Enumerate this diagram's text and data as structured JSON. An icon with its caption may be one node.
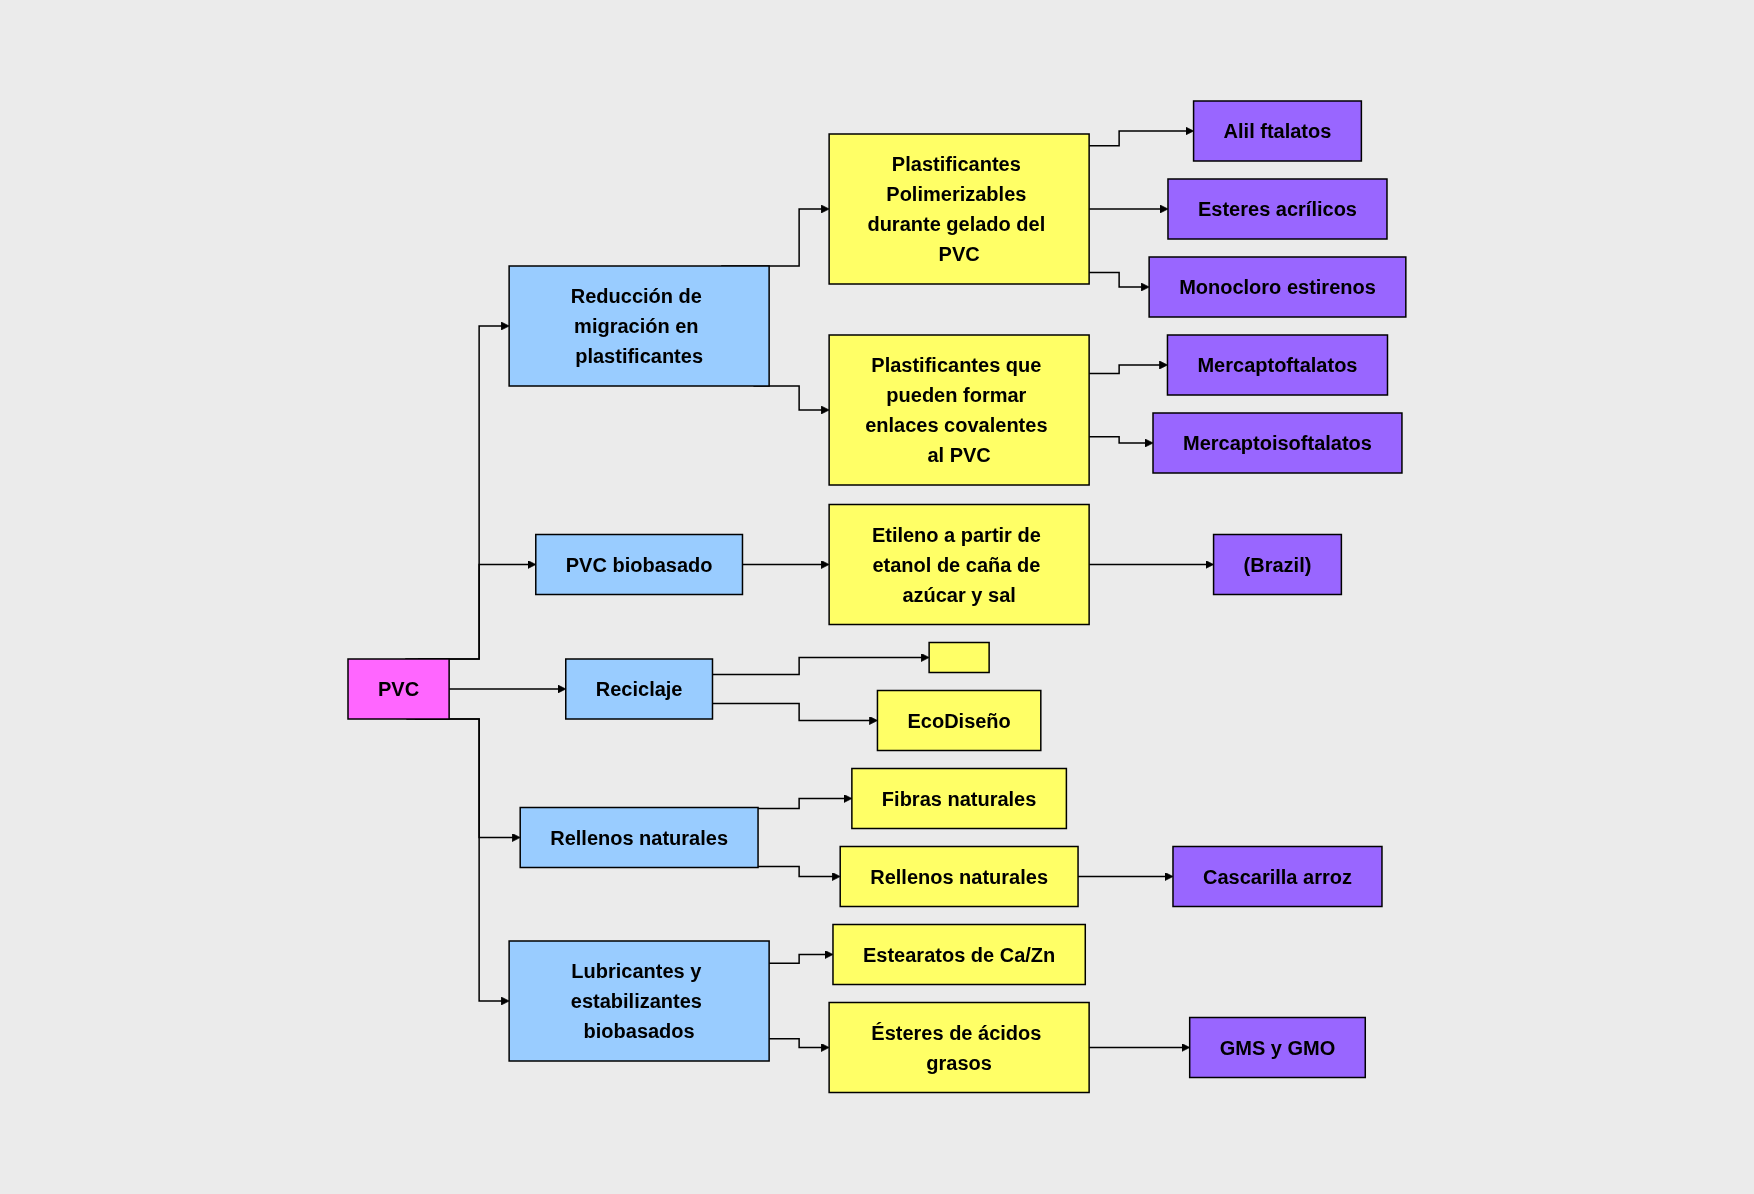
{
  "diagram": {
    "nodes": [
      {
        "text": [
          "PVC"
        ]
      },
      {
        "text": [
          "Reducción de migración en plastificantes"
        ]
      },
      {
        "text": [
          "Plastificantes Polimerizables durante gelado del PVC"
        ]
      },
      {
        "text": [
          "Alil ftalatos"
        ]
      },
      {
        "text": [
          "Esteres acrílicos"
        ]
      },
      {
        "text": [
          "Monocloro estirenos"
        ]
      },
      {
        "text": [
          "Plastificantes que pueden formar enlaces covalentes al PVC"
        ]
      },
      {
        "text": [
          "Mercaptoftalatos"
        ]
      },
      {
        "text": [
          "Mercaptoisoftalatos"
        ]
      },
      {
        "text": [
          "PVC biobasado"
        ]
      },
      {
        "text": [
          "Etileno a partir de etanol de caña de azúcar y sal"
        ]
      },
      {
        "text": [
          "(Brazil)"
        ]
      },
      {
        "text": [
          "Reciclaje"
        ]
      },
      {
        "text": [],
        "shape": "box"
      },
      {
        "text": [
          "EcoDiseño"
        ]
      },
      {
        "text": [
          "Rellenos naturales"
        ]
      },
      {
        "text": [
          "Fibras naturales"
        ]
      },
      {
        "text": [
          "Rellenos naturales"
        ]
      },
      {
        "text": [
          "Cascarilla arroz"
        ]
      },
      {
        "text": [
          "Lubricantes y estabilizantes biobasados"
        ]
      },
      {
        "text": [
          "Estearatos de Ca/Zn"
        ]
      },
      {
        "text": [
          "Ésteres de ácidos grasos"
        ]
      },
      {
        "text": [
          "GMS y GMO"
        ]
      }
    ],
    "edges": [
      {
        "from": 0,
        "to": 1,
        "arrow": "to"
      },
      {
        "from": 1,
        "to": 2,
        "arrow": "to"
      },
      {
        "from": 2,
        "to": 3,
        "arrow": "to"
      },
      {
        "from": 2,
        "to": 4,
        "arrow": "to"
      },
      {
        "from": 2,
        "to": 5,
        "arrow": "to"
      },
      {
        "from": 1,
        "to": 6,
        "arrow": "to"
      },
      {
        "from": 6,
        "to": 7,
        "arrow": "to"
      },
      {
        "from": 6,
        "to": 8,
        "arrow": "to"
      },
      {
        "from": 0,
        "to": 9,
        "arrow": "to"
      },
      {
        "from": 9,
        "to": 10,
        "arrow": "to"
      },
      {
        "from": 10,
        "to": 11,
        "arrow": "to"
      },
      {
        "from": 0,
        "to": 12,
        "arrow": "to"
      },
      {
        "from": 12,
        "to": 13,
        "arrow": "to"
      },
      {
        "from": 12,
        "to": 14,
        "arrow": "to"
      },
      {
        "from": 0,
        "to": 15,
        "arrow": "to"
      },
      {
        "from": 15,
        "to": 16,
        "arrow": "to"
      },
      {
        "from": 15,
        "to": 17,
        "arrow": "to"
      },
      {
        "from": 17,
        "to": 18,
        "arrow": "to"
      },
      {
        "from": 0,
        "to": 19,
        "arrow": "to"
      },
      {
        "from": 19,
        "to": 20,
        "arrow": "to"
      },
      {
        "from": 19,
        "to": 21,
        "arrow": "to"
      },
      {
        "from": 21,
        "to": 22,
        "arrow": "to"
      }
    ]
  }
}
